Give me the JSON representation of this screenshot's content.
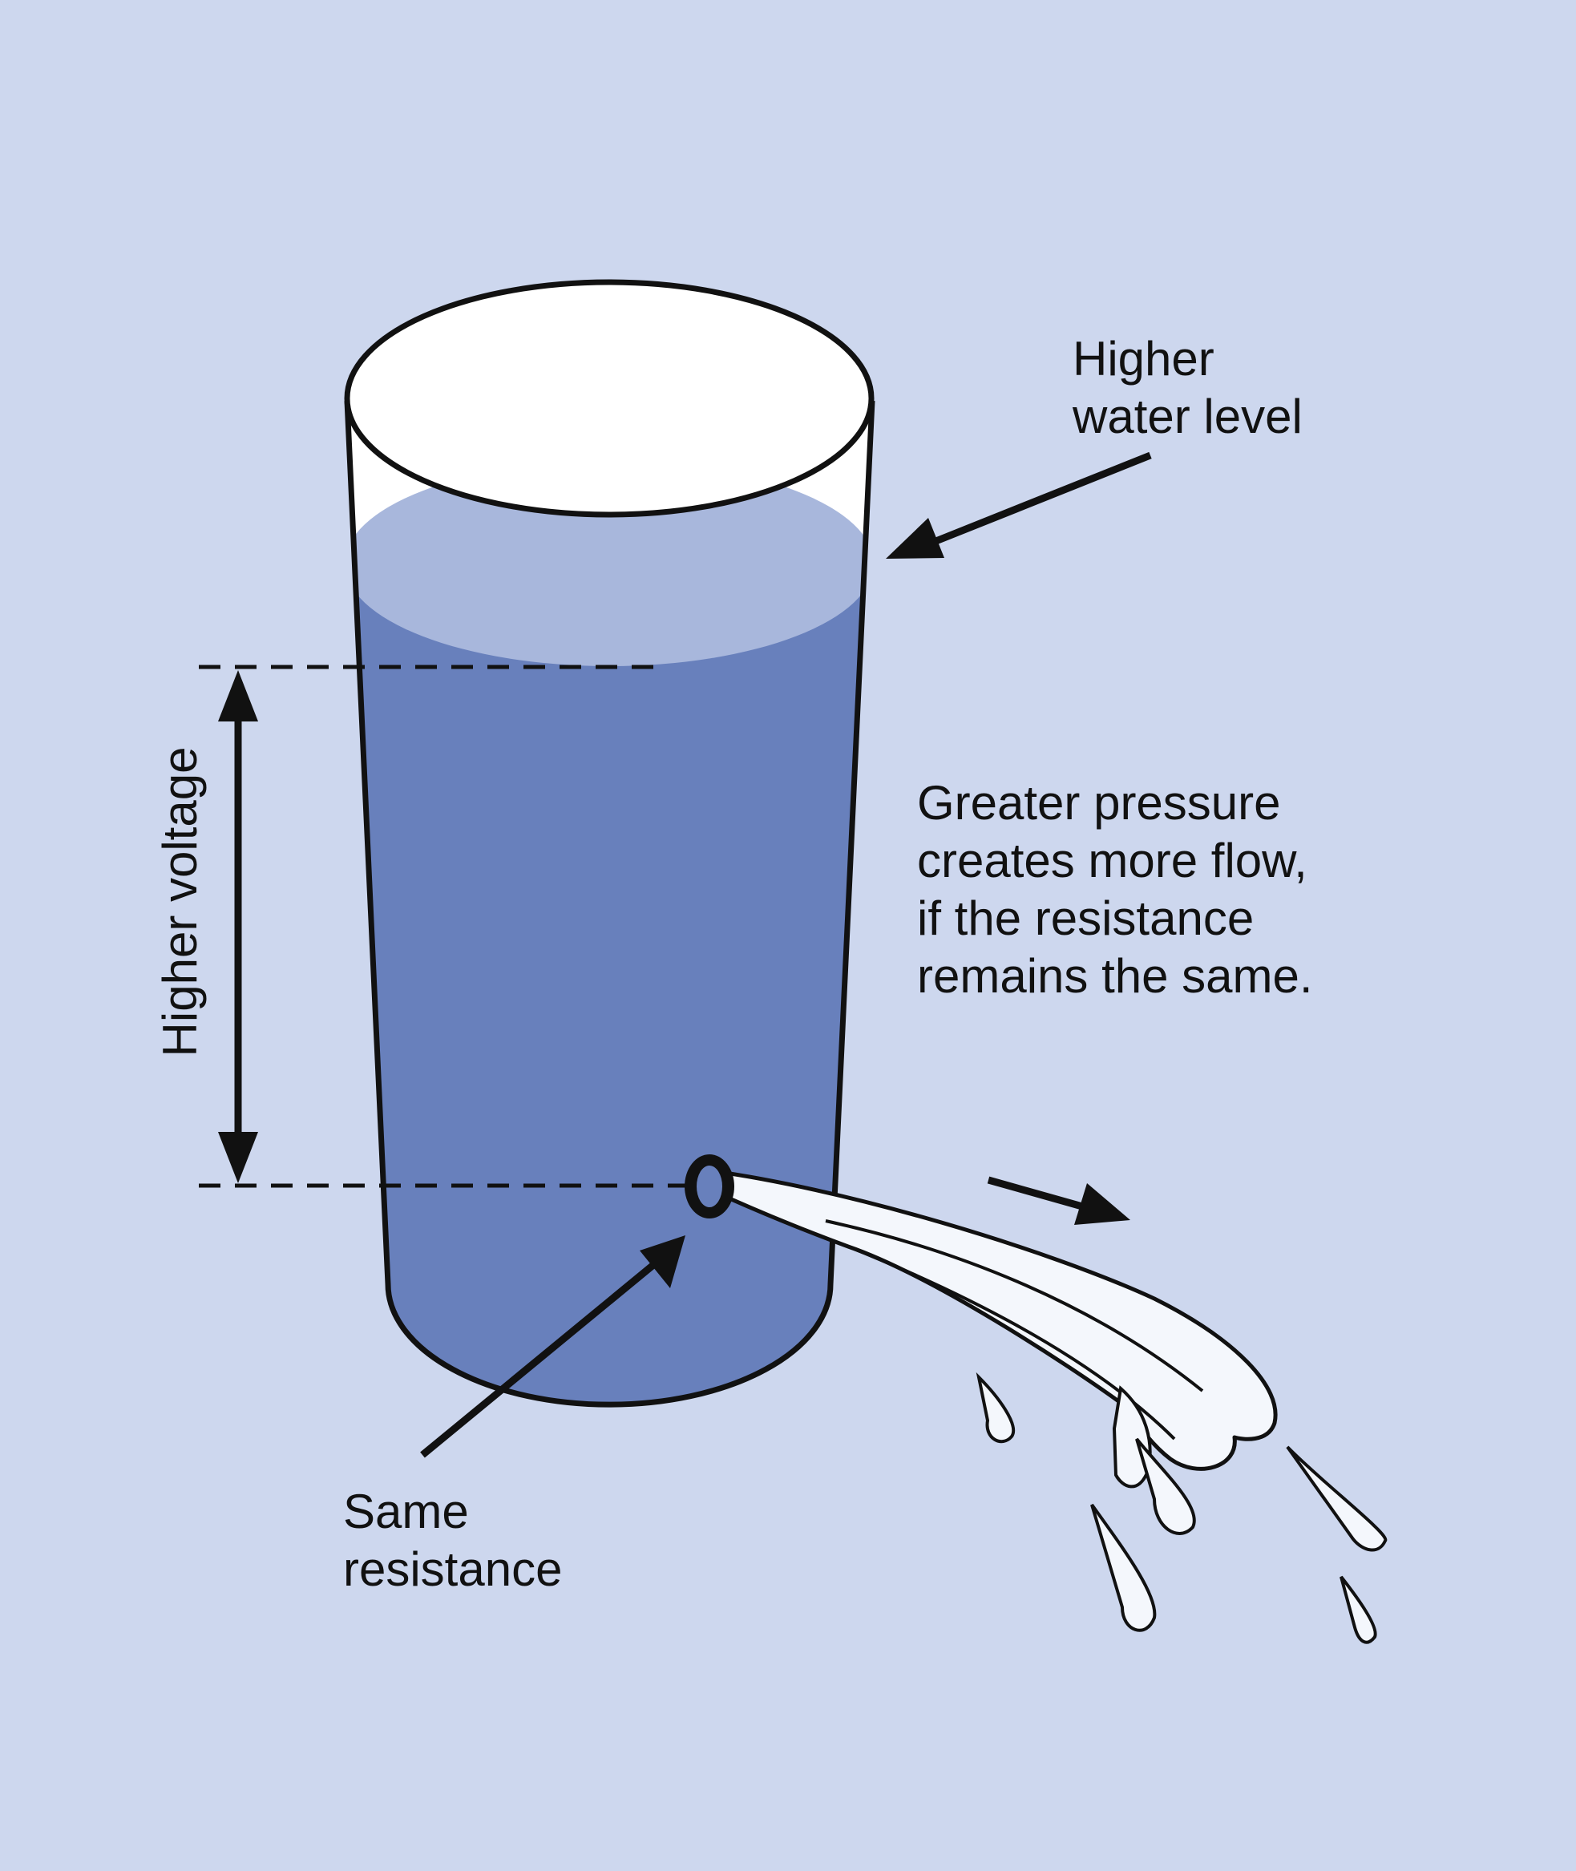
{
  "colors": {
    "background": "#cdd7ee",
    "water": "#6880bc",
    "water_surface": "#a8b7dc",
    "glass": "#ffffff",
    "spout": "#f4f7fc",
    "ink": "#111111"
  },
  "labels": {
    "water_level": [
      "Higher",
      "water level"
    ],
    "voltage": "Higher voltage",
    "pressure": [
      "Greater pressure",
      "creates more flow,",
      "if the resistance",
      "remains the same."
    ],
    "resistance": [
      "Same",
      "resistance"
    ]
  },
  "icons": [
    "glass-of-water",
    "arrow-icon",
    "double-headed-arrow-icon",
    "water-spout",
    "water-droplet-icon"
  ]
}
